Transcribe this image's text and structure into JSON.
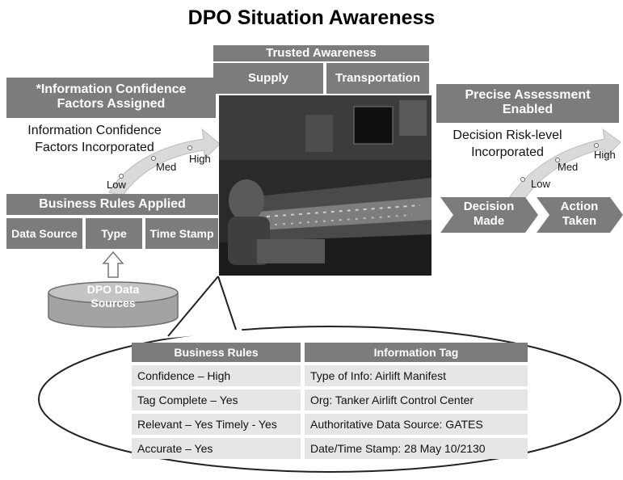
{
  "title": "DPO Situation Awareness",
  "trusted": {
    "header": "Trusted Awareness",
    "supply": "Supply",
    "transportation": "Transportation"
  },
  "left": {
    "factors_header_line1": "*Information Confidence",
    "factors_header_line2": "Factors Assigned",
    "incorporated_line1": "Information Confidence",
    "incorporated_line2": "Factors Incorporated",
    "low": "Low",
    "med": "Med",
    "high": "High",
    "rules_header": "Business Rules Applied",
    "data_source": "Data Source",
    "type": "Type",
    "time_stamp": "Time Stamp",
    "db_line1": "DPO Data",
    "db_line2": "Sources"
  },
  "right": {
    "header_line1": "Precise Assessment",
    "header_line2": "Enabled",
    "risk_line1": "Decision Risk-level",
    "risk_line2": "Incorporated",
    "low": "Low",
    "med": "Med",
    "high": "High",
    "decision_line1": "Decision",
    "decision_line2": "Made",
    "action_line1": "Action",
    "action_line2": "Taken"
  },
  "table": {
    "rules_header": "Business Rules",
    "tag_header": "Information  Tag",
    "rules": [
      "Confidence – High",
      "Tag Complete – Yes",
      "Relevant – Yes Timely - Yes",
      "Accurate – Yes"
    ],
    "tags": [
      "Type of Info: Airlift Manifest",
      "Org: Tanker Airlift Control Center",
      "Authoritative Data Source: GATES",
      "Date/Time Stamp: 28 May 10/2130"
    ]
  },
  "colors": {
    "box_gray": "#7c7c7c",
    "cell_gray": "#e6e6e6",
    "arrow_gray": "#d0d0d0"
  }
}
